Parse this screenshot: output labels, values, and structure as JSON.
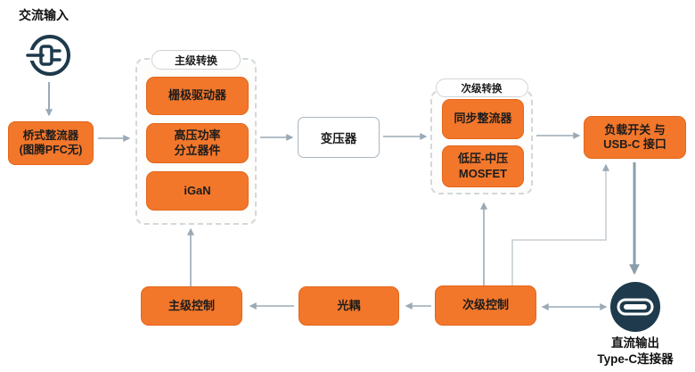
{
  "colors": {
    "box_orange": "#F2772B",
    "box_orange_border": "#E4661B",
    "icon_navy": "#1E3A4C",
    "arrow_gray": "#9AAAB6",
    "group_dashed_border": "#D3D8DB"
  },
  "nodes": {
    "ac_input": {
      "label": "交流输入"
    },
    "bridge_rectifier": {
      "line1": "桥式整流器",
      "line2": "(图腾PFC无)"
    },
    "primary_group": {
      "label": "主级转换",
      "items": [
        {
          "label": "栅极驱动器"
        },
        {
          "line1": "高压功率",
          "line2": "分立器件"
        },
        {
          "label": "iGaN"
        }
      ]
    },
    "transformer": {
      "label": "变压器"
    },
    "secondary_group": {
      "label": "次级转换",
      "items": [
        {
          "label": "同步整流器"
        },
        {
          "line1": "低压-中压",
          "line2": "MOSFET"
        }
      ]
    },
    "load_switch": {
      "line1": "负载开关 与",
      "line2": "USB-C 接口"
    },
    "primary_control": {
      "label": "主级控制"
    },
    "optocoupler": {
      "label": "光耦"
    },
    "secondary_control": {
      "label": "次级控制"
    },
    "dc_output": {
      "line1": "直流输出",
      "line2": "Type-C连接器"
    }
  },
  "edges": [
    {
      "from": "ac_input",
      "to": "bridge_rectifier",
      "bidirectional": false
    },
    {
      "from": "bridge_rectifier",
      "to": "primary_group",
      "bidirectional": false
    },
    {
      "from": "primary_group",
      "to": "transformer",
      "bidirectional": false
    },
    {
      "from": "transformer",
      "to": "secondary_group",
      "bidirectional": false
    },
    {
      "from": "secondary_group",
      "to": "load_switch",
      "bidirectional": false
    },
    {
      "from": "load_switch",
      "to": "dc_output",
      "bidirectional": false
    },
    {
      "from": "secondary_control",
      "to": "secondary_group",
      "bidirectional": false
    },
    {
      "from": "secondary_control",
      "to": "load_switch",
      "bidirectional": false
    },
    {
      "from": "secondary_control",
      "to": "dc_output",
      "bidirectional": true
    },
    {
      "from": "secondary_control",
      "to": "optocoupler",
      "bidirectional": false
    },
    {
      "from": "optocoupler",
      "to": "primary_control",
      "bidirectional": false
    },
    {
      "from": "primary_control",
      "to": "primary_group",
      "bidirectional": false
    }
  ]
}
